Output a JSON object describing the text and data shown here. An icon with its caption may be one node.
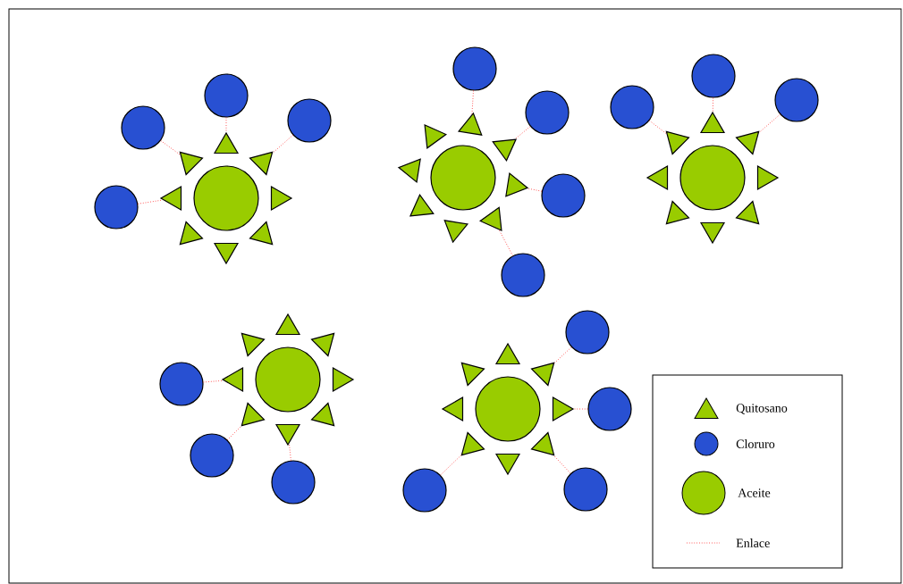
{
  "diagram": {
    "nodes": [
      {
        "text": [],
        "shape": "circle"
      },
      {
        "text": [],
        "shape": "triangle"
      },
      {
        "text": [],
        "shape": "triangle"
      },
      {
        "text": [],
        "shape": "triangle"
      },
      {
        "text": [],
        "shape": "triangle"
      },
      {
        "text": [],
        "shape": "triangle"
      },
      {
        "text": [],
        "shape": "triangle"
      },
      {
        "text": [],
        "shape": "triangle"
      },
      {
        "text": [],
        "shape": "triangle"
      },
      {
        "text": [],
        "shape": "circle"
      },
      {
        "text": [],
        "shape": "circle"
      },
      {
        "text": [],
        "shape": "circle"
      },
      {
        "text": [],
        "shape": "circle"
      },
      {
        "text": [],
        "shape": "circle"
      },
      {
        "text": [],
        "shape": "triangle"
      },
      {
        "text": [],
        "shape": "triangle"
      },
      {
        "text": [],
        "shape": "triangle"
      },
      {
        "text": [],
        "shape": "triangle"
      },
      {
        "text": [],
        "shape": "triangle"
      },
      {
        "text": [],
        "shape": "triangle"
      },
      {
        "text": [],
        "shape": "triangle"
      },
      {
        "text": [],
        "shape": "triangle"
      },
      {
        "text": [],
        "shape": "circle"
      },
      {
        "text": [],
        "shape": "circle"
      },
      {
        "text": [],
        "shape": "circle"
      },
      {
        "text": [],
        "shape": "circle"
      },
      {
        "text": [],
        "shape": "circle"
      },
      {
        "text": [],
        "shape": "triangle"
      },
      {
        "text": [],
        "shape": "triangle"
      },
      {
        "text": [],
        "shape": "triangle"
      },
      {
        "text": [],
        "shape": "triangle"
      },
      {
        "text": [],
        "shape": "triangle"
      },
      {
        "text": [],
        "shape": "triangle"
      },
      {
        "text": [],
        "shape": "triangle"
      },
      {
        "text": [],
        "shape": "triangle"
      },
      {
        "text": [],
        "shape": "circle"
      },
      {
        "text": [],
        "shape": "circle"
      },
      {
        "text": [],
        "shape": "circle"
      },
      {
        "text": [],
        "shape": "circle"
      },
      {
        "text": [],
        "shape": "triangle"
      },
      {
        "text": [],
        "shape": "triangle"
      },
      {
        "text": [],
        "shape": "triangle"
      },
      {
        "text": [],
        "shape": "triangle"
      },
      {
        "text": [],
        "shape": "triangle"
      },
      {
        "text": [],
        "shape": "triangle"
      },
      {
        "text": [],
        "shape": "triangle"
      },
      {
        "text": [],
        "shape": "triangle"
      },
      {
        "text": [],
        "shape": "circle"
      },
      {
        "text": [],
        "shape": "circle"
      },
      {
        "text": [],
        "shape": "circle"
      },
      {
        "text": [],
        "shape": "circle"
      },
      {
        "text": [],
        "shape": "triangle"
      },
      {
        "text": [],
        "shape": "triangle"
      },
      {
        "text": [],
        "shape": "triangle"
      },
      {
        "text": [],
        "shape": "triangle"
      },
      {
        "text": [],
        "shape": "triangle"
      },
      {
        "text": [],
        "shape": "triangle"
      },
      {
        "text": [],
        "shape": "triangle"
      },
      {
        "text": [],
        "shape": "triangle"
      },
      {
        "text": [],
        "shape": "circle"
      },
      {
        "text": [],
        "shape": "circle"
      },
      {
        "text": [],
        "shape": "circle"
      },
      {
        "text": [],
        "shape": "circle"
      }
    ],
    "edges": [
      {
        "from": 9,
        "to": 7,
        "arrow": "none"
      },
      {
        "from": 10,
        "to": 8,
        "arrow": "none"
      },
      {
        "from": 11,
        "to": 1,
        "arrow": "none"
      },
      {
        "from": 12,
        "to": 2,
        "arrow": "none"
      },
      {
        "from": 22,
        "to": 14,
        "arrow": "none"
      },
      {
        "from": 23,
        "to": 15,
        "arrow": "none"
      },
      {
        "from": 24,
        "to": 16,
        "arrow": "none"
      },
      {
        "from": 25,
        "to": 17,
        "arrow": "none"
      },
      {
        "from": 35,
        "to": 34,
        "arrow": "none"
      },
      {
        "from": 36,
        "to": 27,
        "arrow": "none"
      },
      {
        "from": 37,
        "to": 28,
        "arrow": "none"
      },
      {
        "from": 47,
        "to": 45,
        "arrow": "none"
      },
      {
        "from": 48,
        "to": 44,
        "arrow": "none"
      },
      {
        "from": 49,
        "to": 43,
        "arrow": "none"
      },
      {
        "from": 59,
        "to": 56,
        "arrow": "none"
      },
      {
        "from": 60,
        "to": 52,
        "arrow": "none"
      },
      {
        "from": 61,
        "to": 53,
        "arrow": "none"
      },
      {
        "from": 62,
        "to": 54,
        "arrow": "none"
      }
    ],
    "legend": [
      {
        "text": "Quitosano"
      },
      {
        "text": "Cloruro"
      },
      {
        "text": "Aceite"
      },
      {
        "text": "Enlace"
      }
    ]
  }
}
